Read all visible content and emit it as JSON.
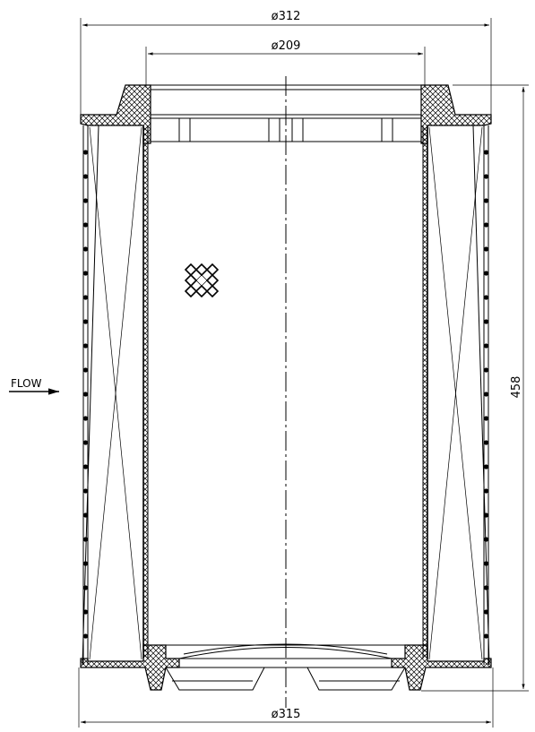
{
  "dimensions": {
    "outer_top": "ø312",
    "inner_top": "ø209",
    "outer_bottom": "ø315",
    "height": "458"
  },
  "flow_label": "FLOW"
}
